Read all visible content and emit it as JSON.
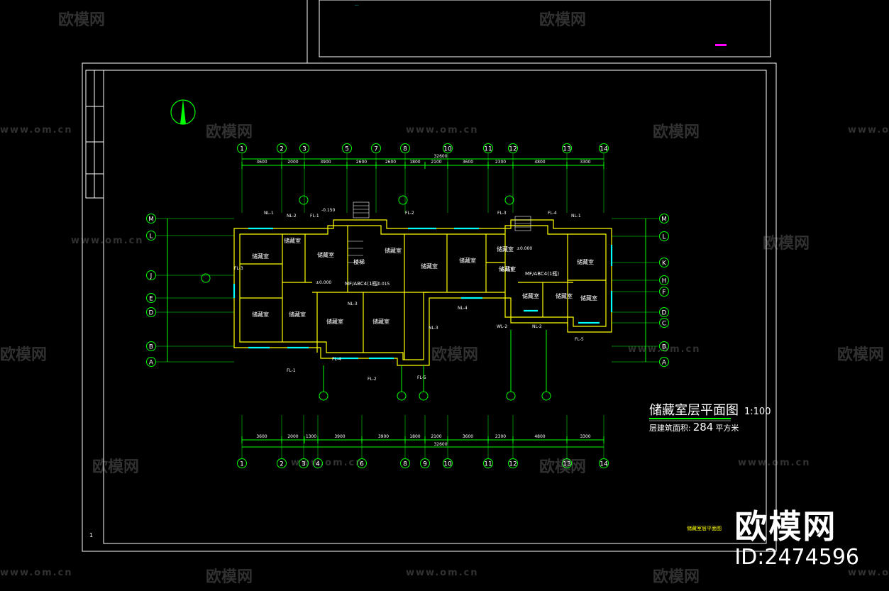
{
  "drawing": {
    "title": "储藏室层平面图",
    "scale": "1:100",
    "area_label": "层建筑面积:",
    "area_value": "284",
    "area_unit": "平方米",
    "sheet_name": "储藏室层平面图",
    "page_number": "1"
  },
  "axes_top": [
    "1",
    "2",
    "3",
    "5",
    "7",
    "8",
    "10",
    "11",
    "12",
    "13",
    "14"
  ],
  "axes_bottom": [
    "1",
    "2",
    "3",
    "4",
    "6",
    "8",
    "9",
    "10",
    "11",
    "12",
    "13",
    "14"
  ],
  "axes_left": [
    "M",
    "L",
    "J",
    "E",
    "D",
    "B",
    "A"
  ],
  "axes_right": [
    "M",
    "L",
    "K",
    "H",
    "F",
    "D",
    "C",
    "B",
    "A"
  ],
  "dims_top": [
    "3600",
    "2000",
    "3900",
    "2600",
    "2600",
    "1800",
    "2100",
    "3600",
    "2300",
    "4800",
    "3300"
  ],
  "dims_top_total": "32600",
  "dims_bottom": [
    "3600",
    "2000",
    "1300",
    "3900",
    "3900",
    "1800",
    "2100",
    "3600",
    "2300",
    "4800",
    "3300"
  ],
  "dims_bottom_total": "32600",
  "room_label": "储藏室",
  "stair_label": "楼梯",
  "extinguisher_label": "MF/ABC4(1瓶)",
  "pipe_labels": [
    "NL-1",
    "NL-2",
    "FL-1",
    "FL-2",
    "FL-3",
    "FL-4",
    "FL-5",
    "NL-3",
    "NL-4",
    "WL-2"
  ],
  "elevations": [
    "-0.150",
    "±0.000",
    "-0.015"
  ],
  "watermark_cn": "欧模网",
  "watermark_url": "www.om.cn",
  "brand": {
    "logo": "欧模网",
    "id": "ID:2474596"
  },
  "colors": {
    "background": "#000000",
    "frame": "#ffffff",
    "axis": "#00ff00",
    "wall": "#ffff00",
    "opening": "#00ffff",
    "accent": "#ff00ff"
  }
}
